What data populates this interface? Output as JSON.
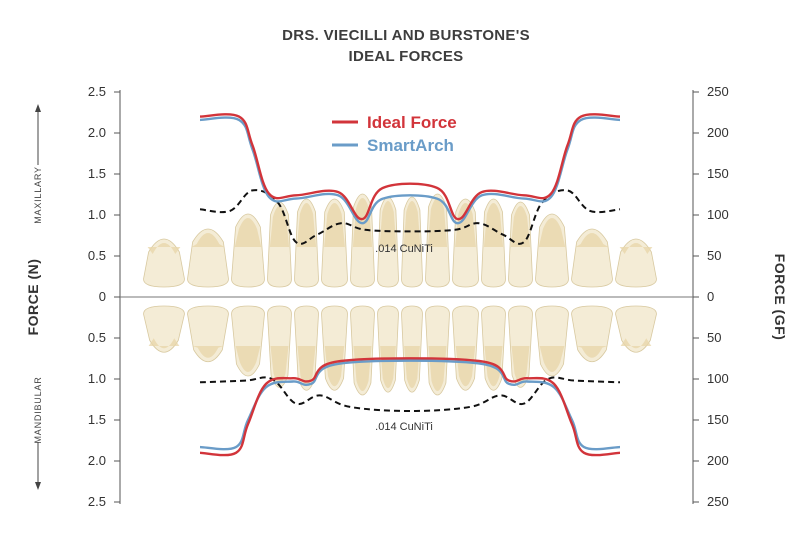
{
  "title_lines": [
    "DRS. VIECILLI AND BURSTONE'S",
    "IDEAL FORCES"
  ],
  "colors": {
    "ideal": "#d2343a",
    "smartarch": "#6a9cc8",
    "cuniti": "#111111",
    "axis": "#555555",
    "tooth_crown": "#f4ecd6",
    "tooth_root": "#e8d6a8"
  },
  "chart_data": {
    "type": "line",
    "title": "DRS. VIECILLI AND BURSTONE'S IDEAL FORCES",
    "ylabel_left": "FORCE (N)",
    "ylabel_right": "FORCE (GF)",
    "region_labels": {
      "upper": "MAXILLARY",
      "lower": "MANDIBULAR"
    },
    "left_ticks": {
      "upper": [
        "2.5",
        "2.0",
        "1.5",
        "1.0",
        "0.5"
      ],
      "zero": "0",
      "lower": [
        "0.5",
        "1.0",
        "1.5",
        "2.0",
        "2.5"
      ]
    },
    "right_ticks": {
      "upper": [
        "250",
        "200",
        "150",
        "100",
        "50"
      ],
      "zero": "0",
      "lower": [
        "50",
        "100",
        "150",
        "200",
        "250"
      ]
    },
    "ylim_N": [
      0,
      2.5
    ],
    "ylim_gf": [
      0,
      250
    ],
    "x_domain": [
      0,
      14
    ],
    "legend": {
      "ideal_label": "Ideal Force",
      "smartarch_label": "SmartArch",
      "placement": "top-center"
    },
    "annotations": {
      "upper_wire": ".014 CuNiTi",
      "lower_wire": ".014 CuNiTi"
    },
    "maxillary": {
      "ideal": [
        [
          0,
          2.2
        ],
        [
          1.3,
          2.2
        ],
        [
          1.75,
          1.85
        ],
        [
          2.3,
          1.26
        ],
        [
          3.2,
          1.24
        ],
        [
          4.6,
          1.28
        ],
        [
          5.4,
          0.95
        ],
        [
          6.1,
          1.33
        ],
        [
          7.9,
          1.33
        ],
        [
          8.6,
          0.95
        ],
        [
          9.4,
          1.28
        ],
        [
          10.8,
          1.24
        ],
        [
          11.7,
          1.26
        ],
        [
          12.25,
          1.85
        ],
        [
          12.7,
          2.2
        ],
        [
          14,
          2.2
        ]
      ],
      "smartarch": [
        [
          0,
          2.16
        ],
        [
          1.3,
          2.16
        ],
        [
          1.75,
          1.8
        ],
        [
          2.3,
          1.22
        ],
        [
          3.2,
          1.2
        ],
        [
          4.6,
          1.24
        ],
        [
          5.4,
          0.9
        ],
        [
          6.1,
          1.2
        ],
        [
          7.9,
          1.2
        ],
        [
          8.6,
          0.9
        ],
        [
          9.4,
          1.24
        ],
        [
          10.8,
          1.2
        ],
        [
          11.7,
          1.22
        ],
        [
          12.25,
          1.8
        ],
        [
          12.7,
          2.16
        ],
        [
          14,
          2.16
        ]
      ],
      "cuniti": [
        [
          0,
          1.07
        ],
        [
          1.0,
          1.05
        ],
        [
          1.75,
          1.3
        ],
        [
          2.6,
          1.15
        ],
        [
          3.2,
          0.67
        ],
        [
          3.9,
          0.76
        ],
        [
          4.7,
          0.9
        ],
        [
          5.5,
          0.82
        ],
        [
          7,
          0.8
        ],
        [
          8.5,
          0.82
        ],
        [
          9.3,
          0.9
        ],
        [
          10.1,
          0.76
        ],
        [
          10.8,
          0.67
        ],
        [
          11.4,
          1.15
        ],
        [
          12.25,
          1.3
        ],
        [
          13,
          1.05
        ],
        [
          14,
          1.07
        ]
      ]
    },
    "mandibular": {
      "ideal": [
        [
          0,
          1.9
        ],
        [
          1.2,
          1.9
        ],
        [
          1.6,
          1.55
        ],
        [
          2.2,
          1.06
        ],
        [
          3.1,
          0.99
        ],
        [
          3.7,
          1.02
        ],
        [
          4.7,
          0.78
        ],
        [
          9.3,
          0.78
        ],
        [
          10.3,
          1.02
        ],
        [
          10.9,
          0.99
        ],
        [
          11.8,
          1.06
        ],
        [
          12.4,
          1.55
        ],
        [
          12.8,
          1.9
        ],
        [
          14,
          1.9
        ]
      ],
      "smartarch": [
        [
          0,
          1.83
        ],
        [
          1.2,
          1.83
        ],
        [
          1.6,
          1.5
        ],
        [
          2.2,
          1.1
        ],
        [
          3.1,
          1.03
        ],
        [
          3.7,
          1.06
        ],
        [
          4.7,
          0.81
        ],
        [
          9.3,
          0.81
        ],
        [
          10.3,
          1.06
        ],
        [
          10.9,
          1.03
        ],
        [
          11.8,
          1.1
        ],
        [
          12.4,
          1.5
        ],
        [
          12.8,
          1.83
        ],
        [
          14,
          1.83
        ]
      ],
      "cuniti": [
        [
          0,
          1.04
        ],
        [
          1.5,
          1.02
        ],
        [
          2.4,
          1.0
        ],
        [
          3.2,
          1.3
        ],
        [
          4.0,
          1.2
        ],
        [
          5.0,
          1.34
        ],
        [
          7,
          1.39
        ],
        [
          9.0,
          1.34
        ],
        [
          10.0,
          1.2
        ],
        [
          10.8,
          1.3
        ],
        [
          11.6,
          1.0
        ],
        [
          12.5,
          1.02
        ],
        [
          14,
          1.04
        ]
      ]
    }
  }
}
